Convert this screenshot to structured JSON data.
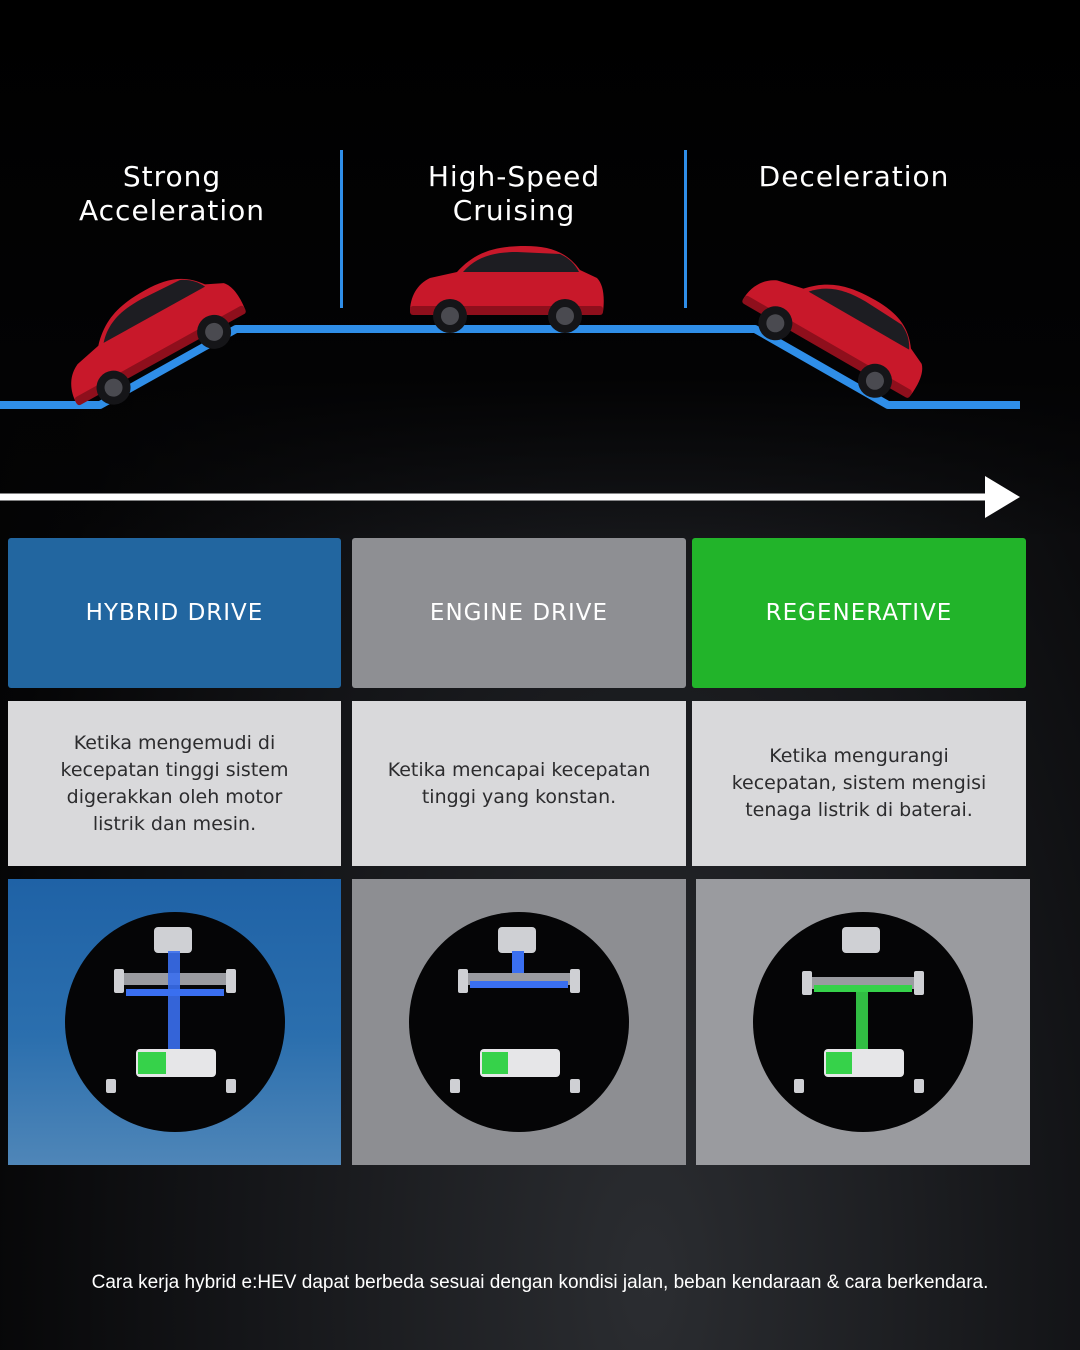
{
  "phases": [
    {
      "title": "Strong\nAcceleration"
    },
    {
      "title": "High-Speed\nCruising"
    },
    {
      "title": "Deceleration"
    }
  ],
  "modes": [
    {
      "label": "HYBRID DRIVE",
      "color": "#2266a0",
      "description": "Ketika mengemudi di kecepatan tinggi sistem digerakkan oleh motor listrik dan mesin."
    },
    {
      "label": "ENGINE DRIVE",
      "color": "#8e8f93",
      "description": "Ketika mencapai kecepatan tinggi yang konstan."
    },
    {
      "label": "REGENERATIVE",
      "color": "#22b42a",
      "description": "Ketika mengurangi kecepatan, sistem mengisi tenaga listrik di baterai."
    }
  ],
  "colors": {
    "road": "#2f8ee8",
    "car": "#c8182a",
    "flow_blue": "#3a6ff0",
    "flow_green": "#36d24a"
  },
  "footnote": "Cara kerja hybrid e:HEV dapat berbeda sesuai dengan kondisi jalan, beban kendaraan & cara berkendara."
}
